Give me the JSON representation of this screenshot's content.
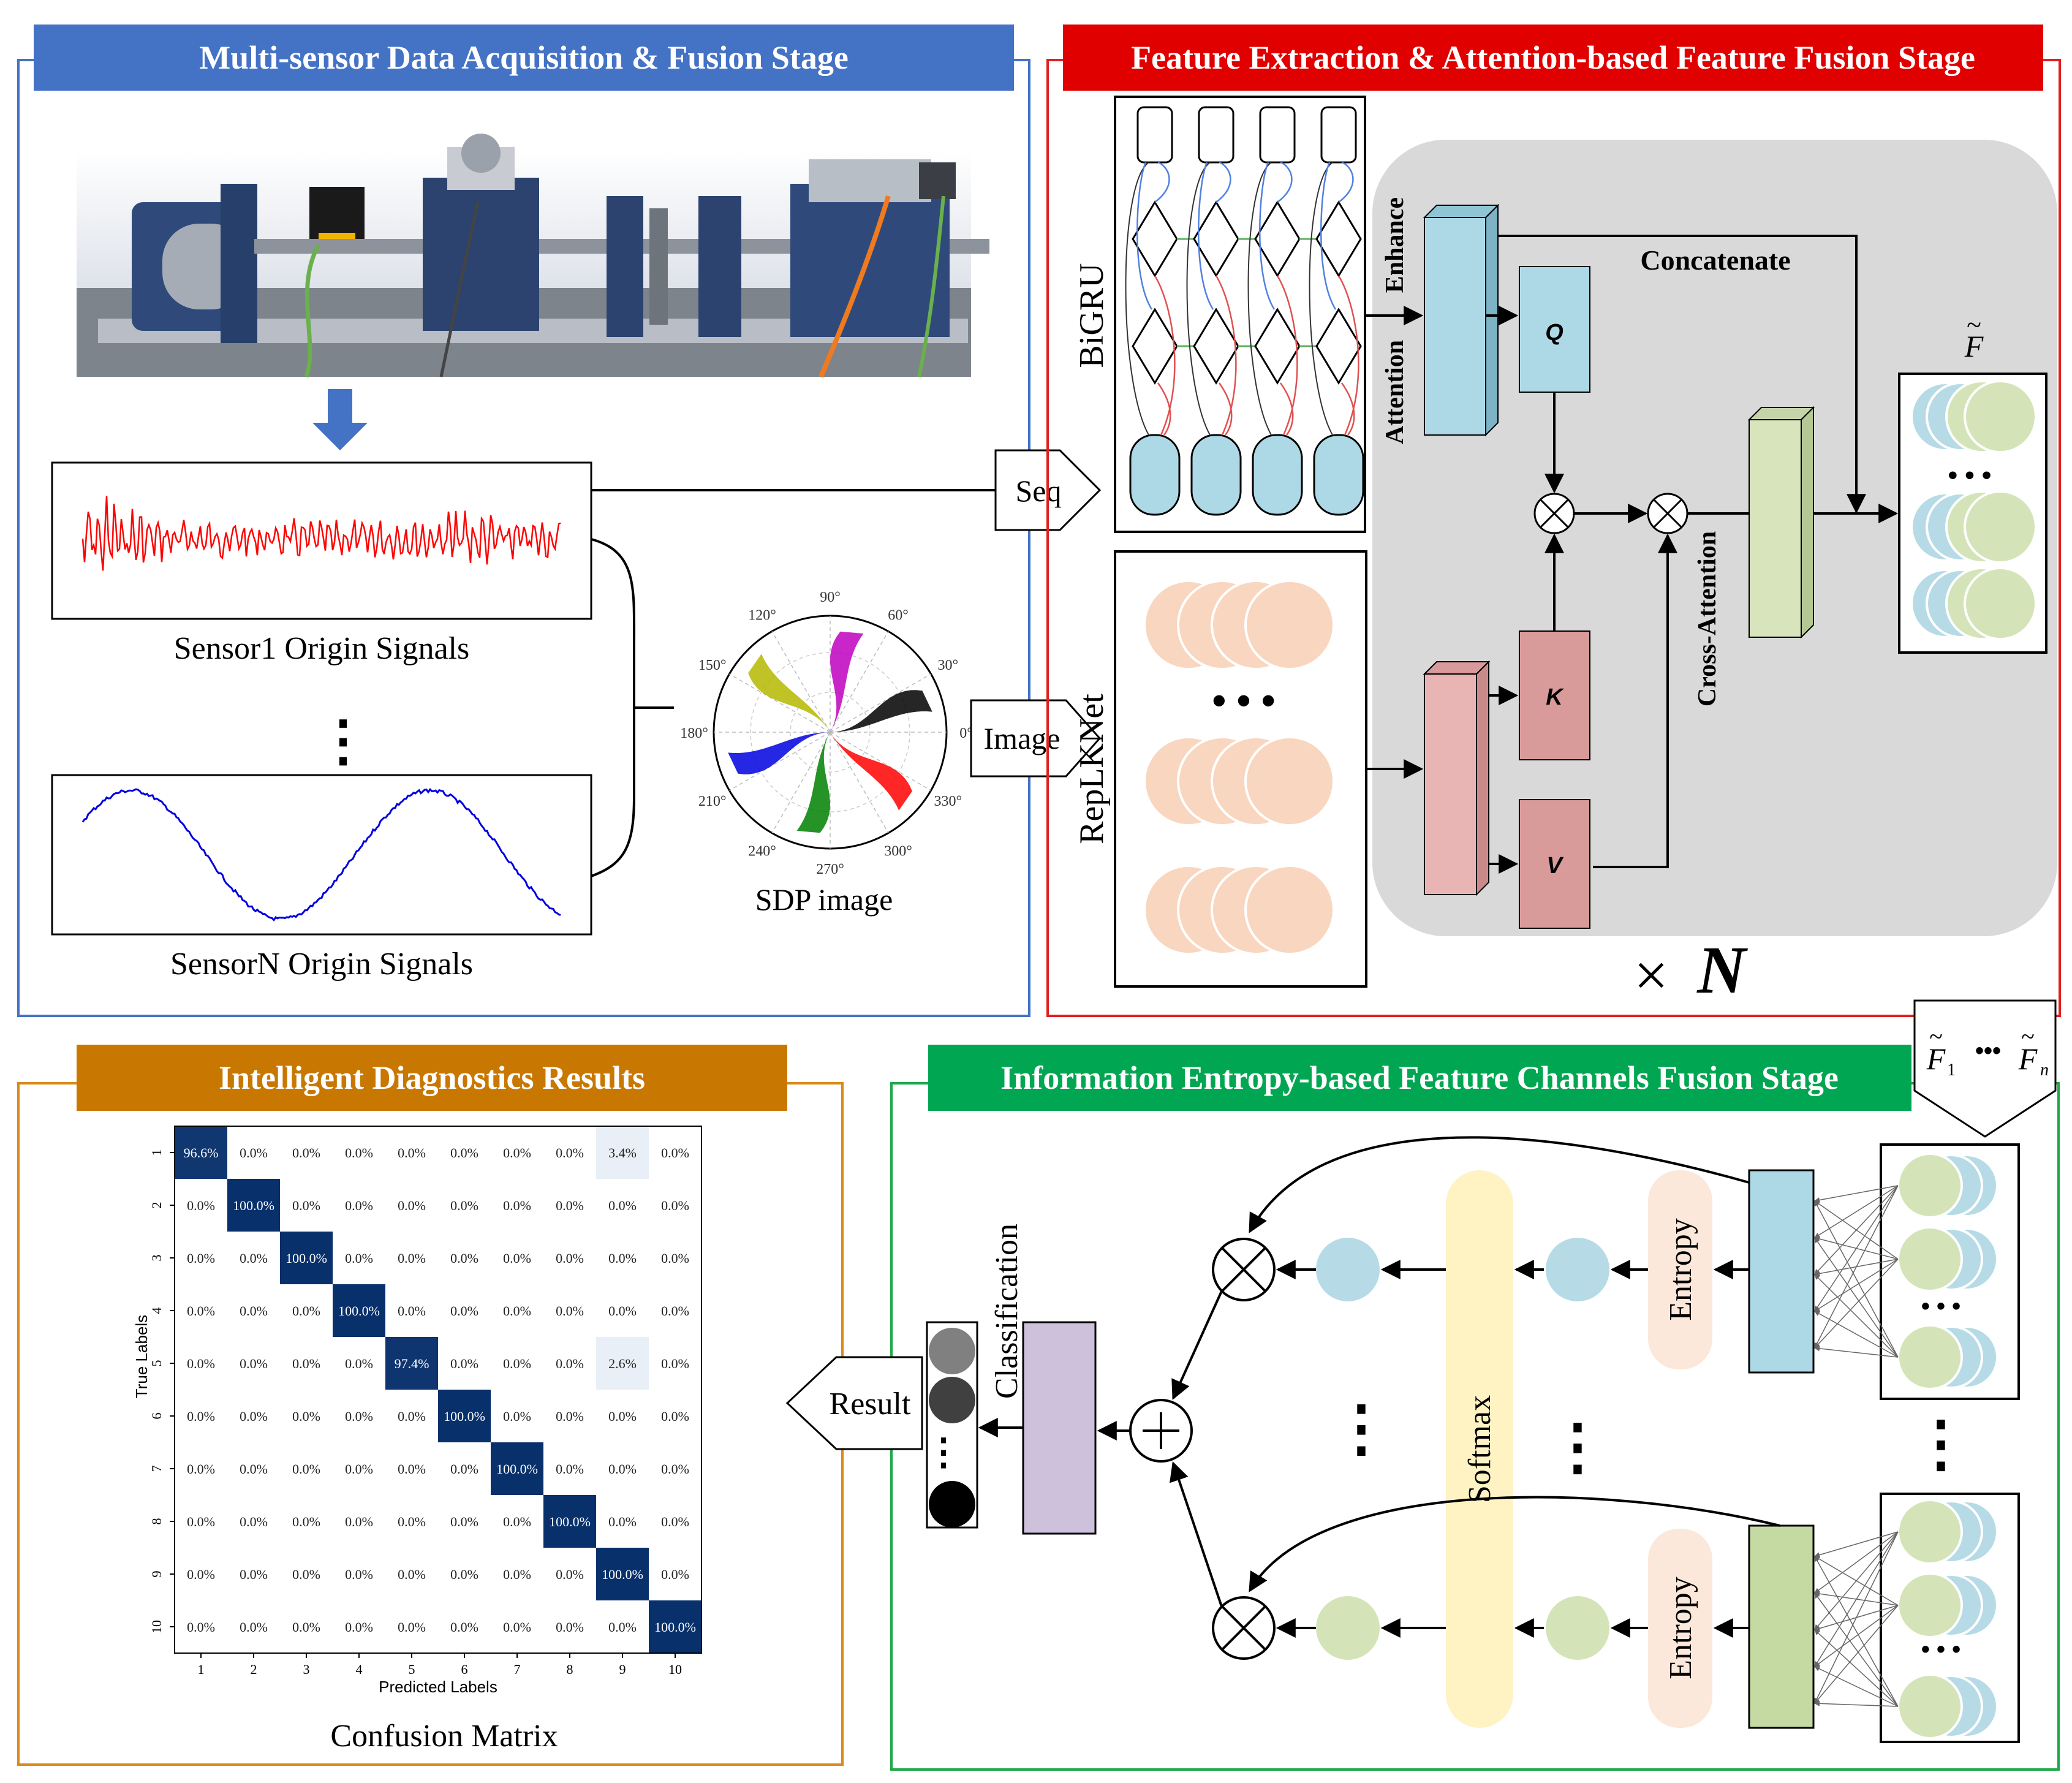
{
  "panels": {
    "acquisition": {
      "title": "Multi-sensor Data Acquisition & Fusion Stage",
      "border_color": "#4472c4",
      "header_color": "#4472c4"
    },
    "feature": {
      "title": "Feature Extraction & Attention-based  Feature Fusion Stage",
      "border_color": "#e02020",
      "header_color": "#e00000"
    },
    "results": {
      "title": "Intelligent Diagnostics Results",
      "border_color": "#d98a1a",
      "header_color": "#c87800"
    },
    "entropy": {
      "title": "Information Entropy-based Feature Channels Fusion Stage",
      "border_color": "#1fa84a",
      "header_color": "#00a651"
    }
  },
  "acquisition": {
    "sensor1_label": "Sensor1 Origin Signals",
    "sensorN_label": "SensorN Origin Signals",
    "ellipsis": "⋮",
    "sdp_label": "SDP image",
    "seq_label": "Seq",
    "image_label": "Image",
    "polar_ticks": [
      "90°",
      "60°",
      "30°",
      "0°",
      "330°",
      "300°",
      "270°",
      "240°",
      "210°",
      "180°",
      "150°",
      "120°"
    ]
  },
  "feature": {
    "bigru_label": "BiGRU",
    "replknet_label": "RepLKNet",
    "dots": "• • •",
    "enhance_label": "Enhance",
    "attention_label": "Attention",
    "concatenate_label": "Concatenate",
    "q_label": "Q",
    "k_label": "K",
    "v_label": "V",
    "cross_attention_label": "Cross-Attention",
    "f_tilde": "F",
    "n_times": "N",
    "times_symbol": "×",
    "output_dots": "• • •"
  },
  "entropy": {
    "inputs_label_1": "F",
    "inputs_sub_1": "1",
    "inputs_label_n": "F",
    "inputs_sub_n": "n",
    "inputs_dots": "•••",
    "entropy_label": "Entropy",
    "softmax_label": "Softmax",
    "classification_label": "Classification",
    "result_label": "Result",
    "vdots": "⋮",
    "stack_dots": "• • •"
  },
  "results": {
    "caption": "Confusion Matrix",
    "chart_data": {
      "type": "heatmap",
      "xlabel": "Predicted Labels",
      "ylabel": "True Labels",
      "x_categories": [
        "1",
        "2",
        "3",
        "4",
        "5",
        "6",
        "7",
        "8",
        "9",
        "10"
      ],
      "y_categories": [
        "1",
        "2",
        "3",
        "4",
        "5",
        "6",
        "7",
        "8",
        "9",
        "10"
      ],
      "values": [
        [
          "96.6%",
          "0.0%",
          "0.0%",
          "0.0%",
          "0.0%",
          "0.0%",
          "0.0%",
          "0.0%",
          "3.4%",
          "0.0%"
        ],
        [
          "0.0%",
          "100.0%",
          "0.0%",
          "0.0%",
          "0.0%",
          "0.0%",
          "0.0%",
          "0.0%",
          "0.0%",
          "0.0%"
        ],
        [
          "0.0%",
          "0.0%",
          "100.0%",
          "0.0%",
          "0.0%",
          "0.0%",
          "0.0%",
          "0.0%",
          "0.0%",
          "0.0%"
        ],
        [
          "0.0%",
          "0.0%",
          "0.0%",
          "100.0%",
          "0.0%",
          "0.0%",
          "0.0%",
          "0.0%",
          "0.0%",
          "0.0%"
        ],
        [
          "0.0%",
          "0.0%",
          "0.0%",
          "0.0%",
          "97.4%",
          "0.0%",
          "0.0%",
          "0.0%",
          "2.6%",
          "0.0%"
        ],
        [
          "0.0%",
          "0.0%",
          "0.0%",
          "0.0%",
          "0.0%",
          "100.0%",
          "0.0%",
          "0.0%",
          "0.0%",
          "0.0%"
        ],
        [
          "0.0%",
          "0.0%",
          "0.0%",
          "0.0%",
          "0.0%",
          "0.0%",
          "100.0%",
          "0.0%",
          "0.0%",
          "0.0%"
        ],
        [
          "0.0%",
          "0.0%",
          "0.0%",
          "0.0%",
          "0.0%",
          "0.0%",
          "0.0%",
          "100.0%",
          "0.0%",
          "0.0%"
        ],
        [
          "0.0%",
          "0.0%",
          "0.0%",
          "0.0%",
          "0.0%",
          "0.0%",
          "0.0%",
          "0.0%",
          "100.0%",
          "0.0%"
        ],
        [
          "0.0%",
          "0.0%",
          "0.0%",
          "0.0%",
          "0.0%",
          "0.0%",
          "0.0%",
          "0.0%",
          "0.0%",
          "100.0%"
        ]
      ],
      "colors": {
        "high": "#08306b",
        "low": "#f7fbff"
      }
    }
  }
}
